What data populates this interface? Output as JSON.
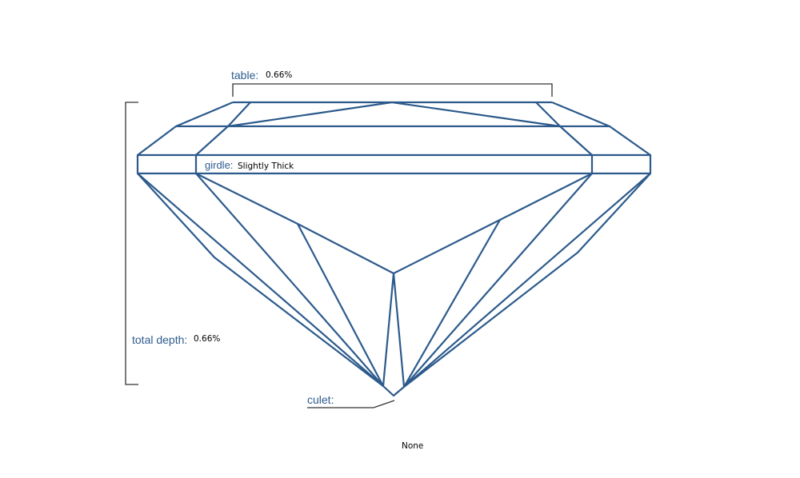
{
  "colors": {
    "stone": "#2c5a8c",
    "bracket": "#333333"
  },
  "table": {
    "label": "table:",
    "value": "0.66%"
  },
  "girdle": {
    "label": "girdle:",
    "value": "Slightly Thick"
  },
  "total_depth": {
    "label": "total depth:",
    "value": "0.66%"
  },
  "culet": {
    "label": "culet:",
    "value": "None"
  }
}
